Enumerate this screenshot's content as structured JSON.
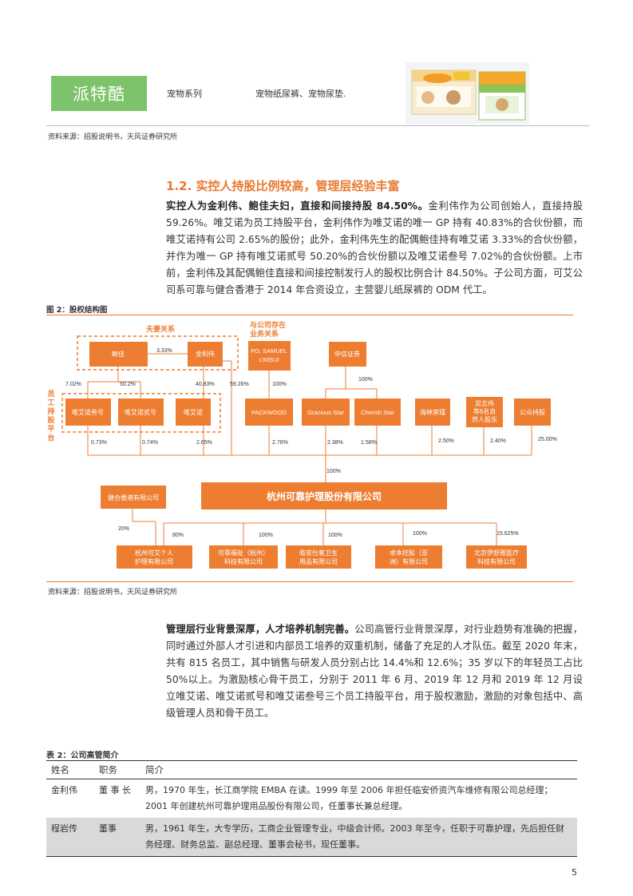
{
  "brand": {
    "name": "派特酷",
    "category": "宠物系列",
    "products": "宠物纸尿裤、宠物尿垫."
  },
  "source1": "资料来源：招股说明书，天风证券研究所",
  "section": {
    "heading": "1.2. 实控人持股比例较高，管理层经验丰富"
  },
  "para1": {
    "bold": "实控人为金利伟、鲍佳夫妇，直接和间接持股 84.50%。",
    "text": "金利伟作为公司创始人，直接持股 59.26%。唯艾诺为员工持股平台，金利伟作为唯艾诺的唯一 GP 持有 40.83%的合伙份额，而唯艾诺持有公司 2.65%的股份；此外，金利伟先生的配偶鲍佳持有唯艾诺 3.33%的合伙份额，并作为唯一 GP 持有唯艾诺贰号 50.20%的合伙份额以及唯艾诺叁号 7.02%的合伙份额。上市前，金利伟及其配偶鲍佳直接和间接控制发行人的股权比例合计 84.50%。子公司方面，可艾公司系可靠与健合香港于 2014 年合资设立，主营婴儿纸尿裤的 ODM 代工。"
  },
  "figure": {
    "caption": "图 2：股权结构图",
    "couple_label": "夫妻关系",
    "related_label_line1": "与公司存在",
    "related_label_line2": "业务关系",
    "employee_label": "员工持股平台",
    "nodes": {
      "baojia": "鲍佳",
      "jinliwei": "金利伟",
      "samuel_line1": "PO, SAMUEL",
      "samuel_line2": "LIMSUI",
      "citic": "中信证券",
      "wei3": "唯艾诺叁号",
      "wei2": "唯艾诺贰号",
      "wei": "唯艾诺",
      "packwood": "PACKWOOD",
      "gracious": "Gracious Star",
      "cherish": "Cherish Star",
      "hailin": "海林荣瑾",
      "wu_line1": "吴志伟",
      "wu_line2": "等6名自",
      "wu_line3": "然人股东",
      "public": "公众持股",
      "company": "杭州可靠护理股份有限公司",
      "jianhe": "健合香港有限公司",
      "sub1_line1": "杭州可艾个人",
      "sub1_line2": "护理有限公司",
      "sub2_line1": "可靠福祉（杭州）",
      "sub2_line2": "科技有限公司",
      "sub3_line1": "临安仕客卫生",
      "sub3_line2": "用品有限公司",
      "sub4_line1": "卓本控股（亚",
      "sub4_line2": "洲）有限公司",
      "sub5_line1": "北京伊舒雅医疗",
      "sub5_line2": "科技有限公司"
    },
    "percents": {
      "couple": "3.33%",
      "to_wei3": "7.02%",
      "to_wei2": "50.2%",
      "jin_to_wei": "40.83%",
      "jin_direct": "59.26%",
      "samuel_packwood": "100%",
      "citic_stars": "100%",
      "wei3_share": "0.73%",
      "wei2_share": "0.74%",
      "wei_share": "2.65%",
      "packwood_share": "2.76%",
      "gracious_share": "2.38%",
      "cherish_share": "1.58%",
      "hailin_share": "2.50%",
      "wu_share": "2.40%",
      "public_share": "25.00%",
      "to_company": "100%",
      "jianhe_share": "20%",
      "sub1": "80%",
      "sub2": "100%",
      "sub3": "100%",
      "sub4": "100%",
      "sub5": "15.625%"
    }
  },
  "source2": "资料来源：招股说明书，天风证券研究所",
  "para2": {
    "bold": "管理层行业背景深厚，人才培养机制完善。",
    "text": "公司高管行业背景深厚，对行业趋势有准确的把握，同时通过外部人才引进和内部员工培养的双重机制，储备了充足的人才队伍。截至 2020 年末，共有 815 名员工，其中销售与研发人员分别占比 14.4%和 12.6%；35 岁以下的年轻员工占比 50%以上。为激励核心骨干员工，分别于 2011 年 6 月、2019 年 12 月和 2019 年 12 月设立唯艾诺、唯艾诺贰号和唯艾诺叁号三个员工持股平台，用于股权激励，激励的对象包括中、高级管理人员和骨干员工。"
  },
  "table": {
    "caption": "表 2：公司高管简介",
    "headers": [
      "姓名",
      "职务",
      "简介"
    ],
    "rows": [
      {
        "name": "金利伟",
        "role": "董 事 长",
        "intro": "男，1970 年生，长江商学院 EMBA 在读。1999 年至 2006 年担任临安侨资汽车维修有限公司总经理；2001 年创建杭州可靠护理用品股份有限公司，任董事长兼总经理。"
      },
      {
        "name": "程岩传",
        "role": "董事",
        "intro": "男，1961 年生，大专学历，工商企业管理专业，中级会计师。2003 年至今，任职于可靠护理，先后担任财务经理、财务总监、副总经理、董事会秘书，现任董事。"
      }
    ]
  },
  "page_number": "5",
  "colors": {
    "orange": "#ED7D31",
    "heading_orange": "#e8782d",
    "brand_green": "#7dc36b"
  }
}
